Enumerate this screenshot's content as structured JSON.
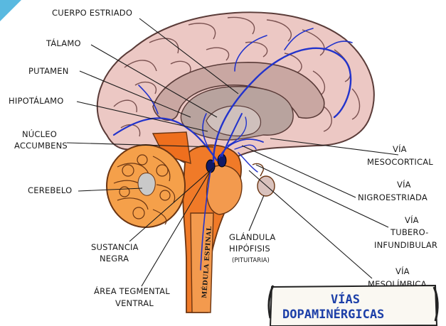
{
  "labels": {
    "cuerpo_estriado": "CUERPO ESTRIADO",
    "talamo": "TÁLAMO",
    "putamen": "PUTAMEN",
    "hipotalamo": "HIPOTÁLAMO",
    "nucleo_accumbens_1": "NÚCLEO",
    "nucleo_accumbens_2": "ACCUMBENS",
    "cerebelo": "CEREBELO",
    "sustancia_negra_1": "SUSTANCIA",
    "sustancia_negra_2": "NEGRA",
    "area_tegmental_1": "ÁREA TEGMENTAL",
    "area_tegmental_2": "VENTRAL",
    "medula_espinal": "MÉDULA ESPINAL",
    "glandula_1": "GLÁNDULA",
    "glandula_2": "HIPÓFISIS",
    "glandula_3": "(PITUITARIA)",
    "via_mesocortical_1": "VÍA",
    "via_mesocortical_2": "MESOCORTICAL",
    "via_nigro_1": "VÍA",
    "via_nigro_2": "NIGROESTRIADA",
    "via_tubero_1": "VÍA",
    "via_tubero_2": "TUBERO-",
    "via_tubero_3": "INFUNDIBULAR",
    "via_meso_1": "VÍA",
    "via_meso_2": "MESOLÍMBICA"
  },
  "title": {
    "line1": "VÍAS",
    "line2": "DOPAMINÉRGICAS"
  },
  "colors": {
    "brain_fill": "#e8c9c7",
    "brain_inner": "#d6a9a6",
    "striatum_fill": "#cfb0a6",
    "pathway": "#2233cc",
    "orange": "#f07a28",
    "orange_light": "#f6a25a",
    "cerebellum": "#f5a04a",
    "title_text": "#1c3fa8"
  }
}
